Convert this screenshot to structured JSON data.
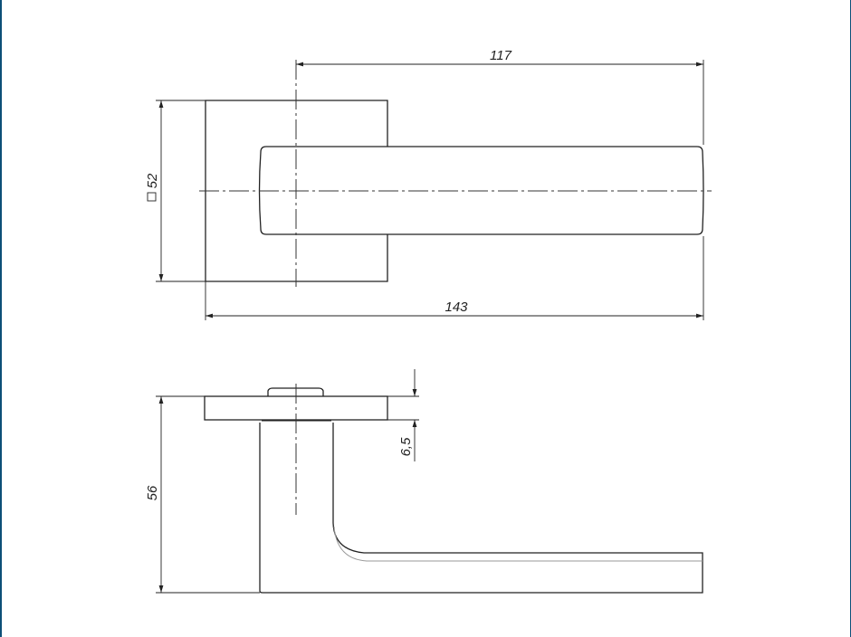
{
  "drawing": {
    "top_view": {
      "dim_handle_from_axis": "117",
      "dim_overall_length": "143",
      "dim_rosette_square": "52",
      "square_symbol": "□"
    },
    "side_view": {
      "dim_height": "56",
      "dim_rosette_thickness": "6,5"
    }
  },
  "colors": {
    "line": "#222222",
    "frame": "#0d4f78"
  }
}
